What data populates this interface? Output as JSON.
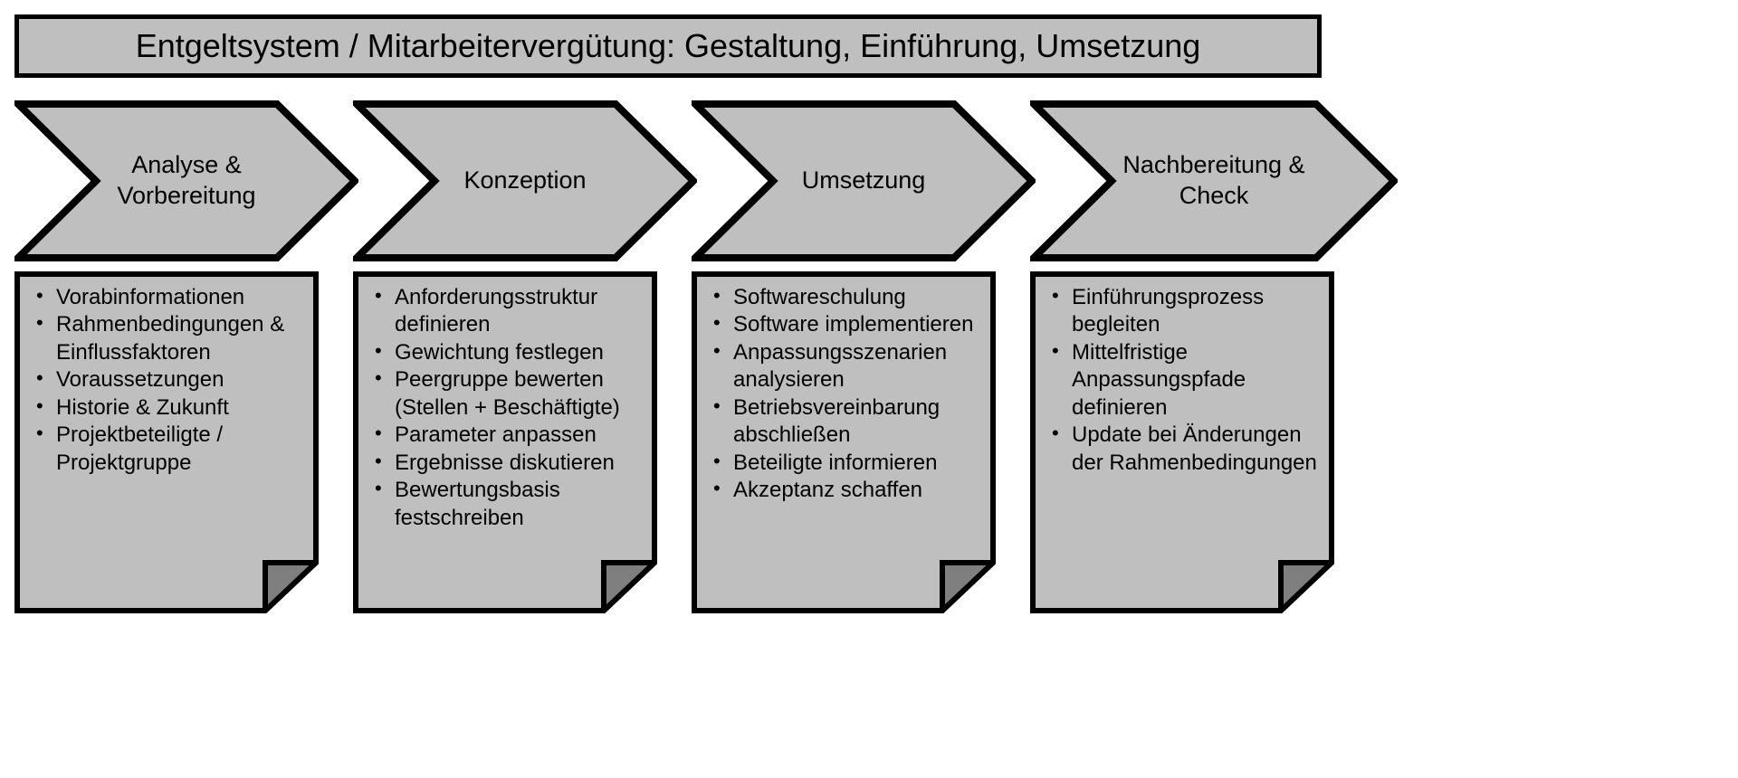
{
  "diagram": {
    "title": "Entgeltsystem / Mitarbeitervergütung: Gestaltung, Einführung, Umsetzung",
    "colors": {
      "shape_fill": "#bfbfbf",
      "shape_outline": "#000000",
      "fold_fill": "#7f7f7f",
      "background": "#ffffff",
      "text": "#000000"
    },
    "phases": [
      {
        "step_label_line1": "Analyse &",
        "step_label_line2": "Vorbereitung",
        "bullets": [
          "Vorabinformationen",
          "Rahmenbedingungen & Einflussfaktoren",
          "Voraussetzungen",
          "Historie & Zukunft",
          "Projektbeteiligte / Projektgruppe"
        ]
      },
      {
        "step_label_line1": "Konzeption",
        "step_label_line2": "",
        "bullets": [
          "Anforderungsstruktur definieren",
          "Gewichtung festlegen",
          "Peergruppe bewerten (Stellen + Beschäftigte)",
          "Parameter anpassen",
          "Ergebnisse diskutieren",
          "Bewertungsbasis festschreiben"
        ]
      },
      {
        "step_label_line1": "Umsetzung",
        "step_label_line2": "",
        "bullets": [
          "Softwareschulung",
          "Software implementieren",
          "Anpassungsszenarien analysieren",
          "Betriebsvereinbarung abschließen",
          "Beteiligte informieren",
          "Akzeptanz schaffen"
        ]
      },
      {
        "step_label_line1": "Nachbereitung &",
        "step_label_line2": "Check",
        "bullets": [
          "Einführungsprozess begleiten",
          "Mittelfristige Anpassungspfade definieren",
          "Update bei Änderungen der Rahmenbedingungen"
        ]
      }
    ]
  }
}
